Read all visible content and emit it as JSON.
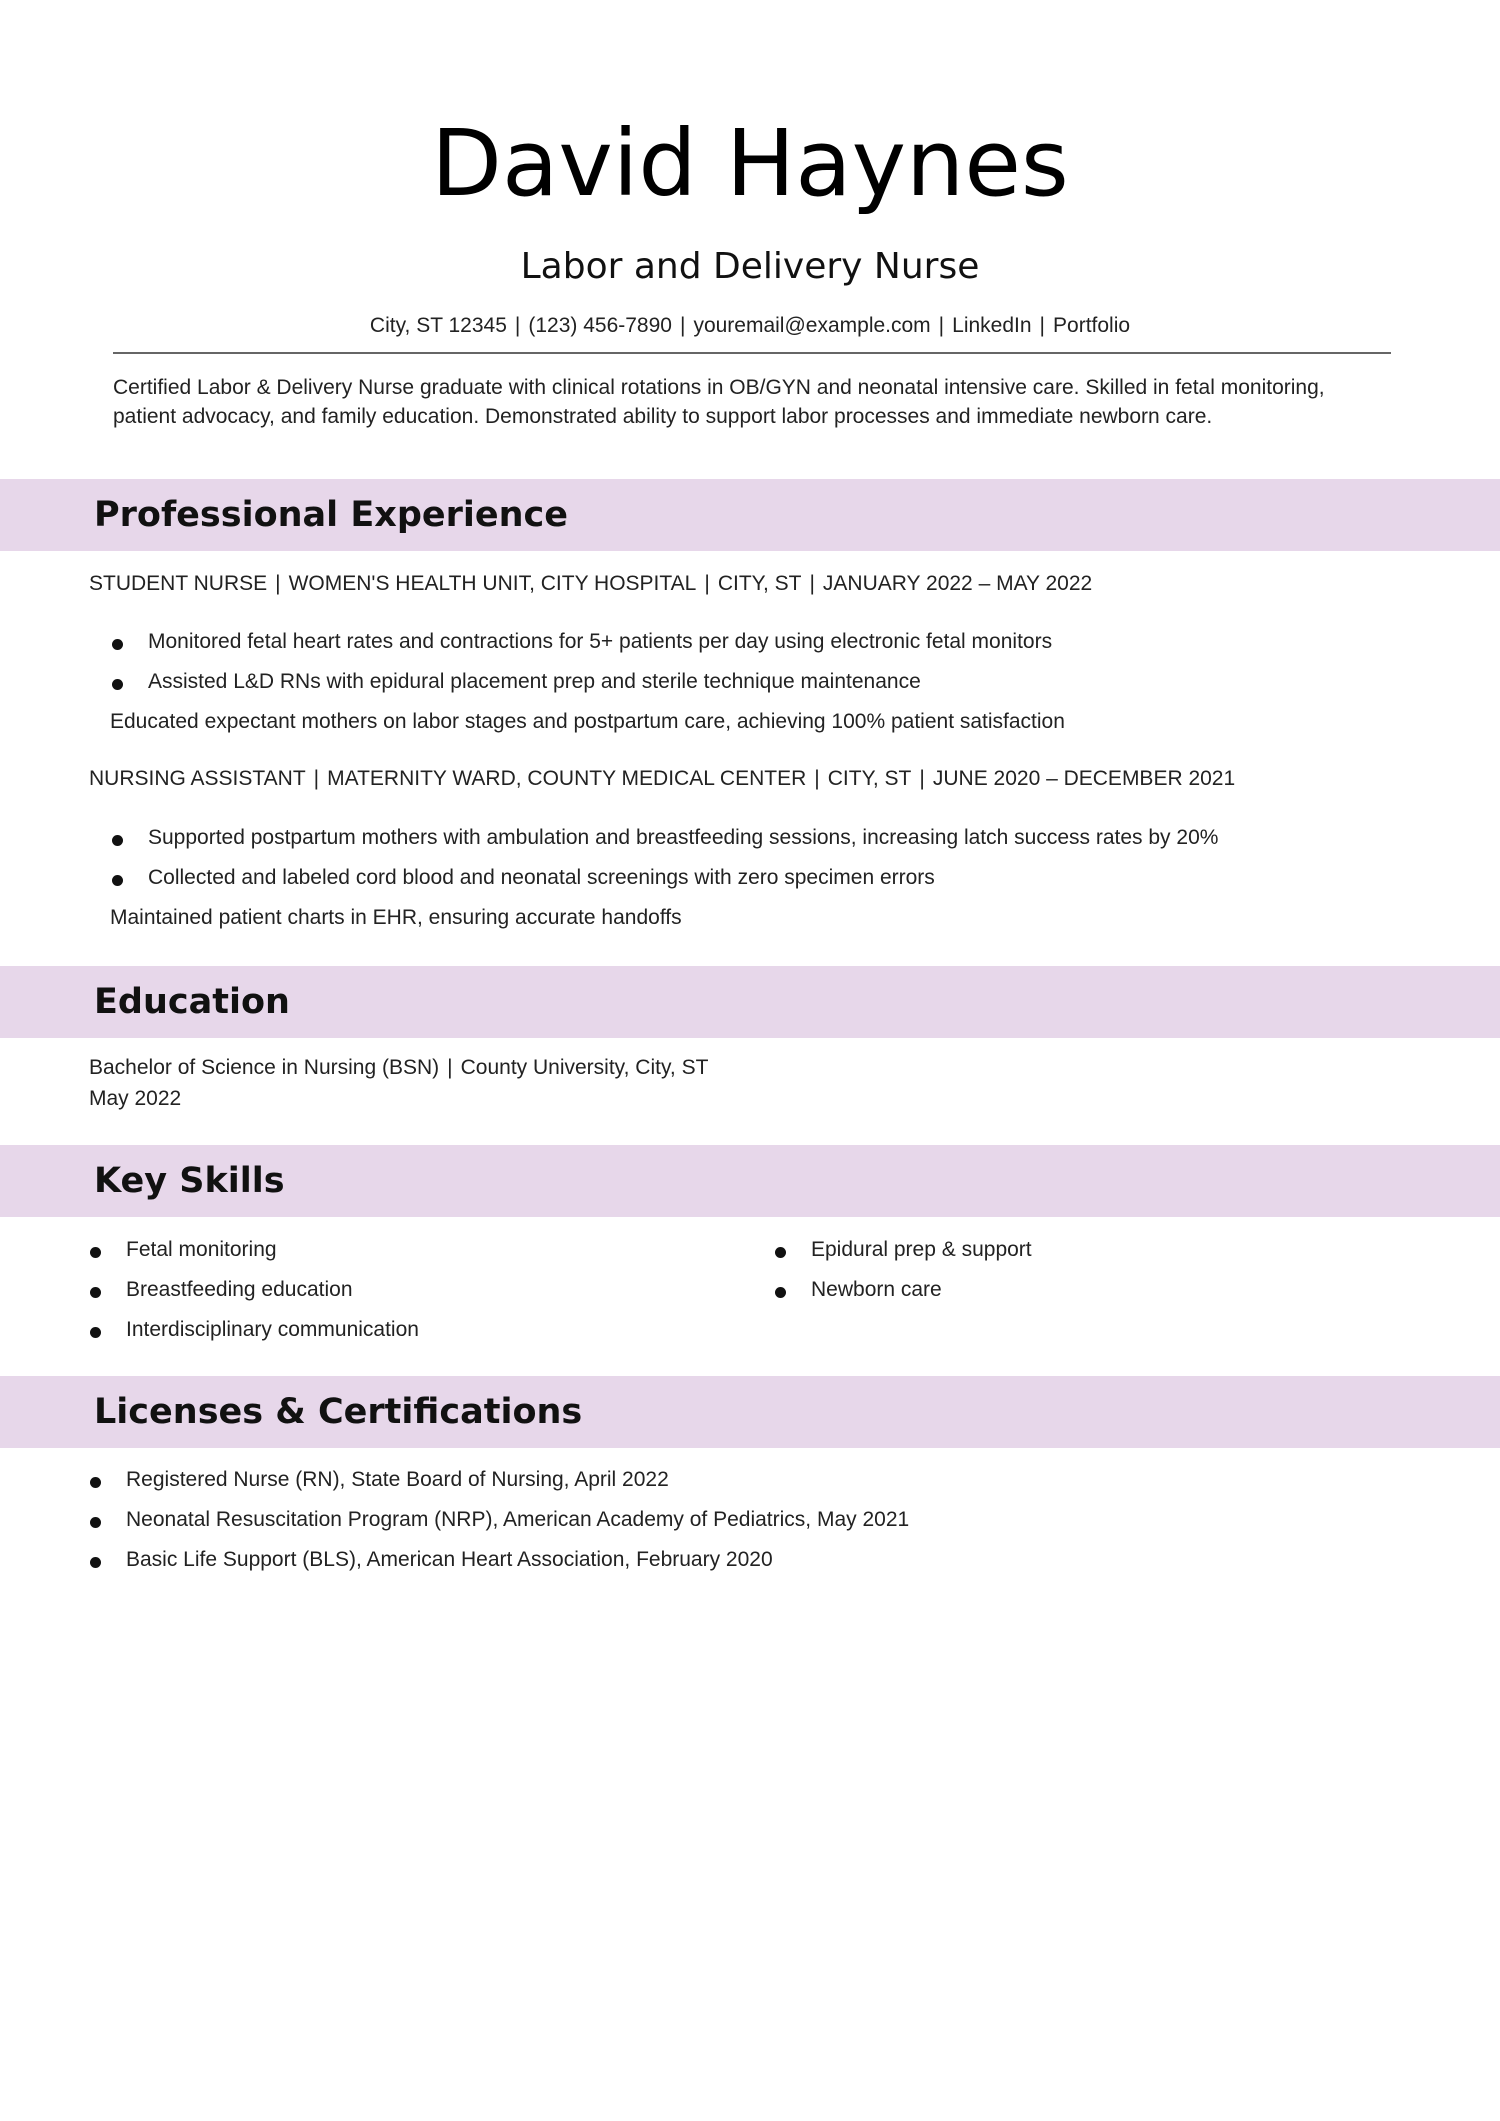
{
  "header": {
    "name": "David Haynes",
    "title": "Labor and Delivery Nurse",
    "contact": {
      "address": "City, ST 12345",
      "phone": "(123) 456-7890",
      "email": "youremail@example.com",
      "linkedin": "LinkedIn",
      "portfolio": "Portfolio",
      "separator": "|"
    }
  },
  "summary": "Certified Labor & Delivery Nurse graduate with clinical rotations in OB/GYN and neonatal intensive care. Skilled in fetal monitoring, patient advocacy, and family education. Demonstrated ability to support labor processes and immediate newborn care.",
  "experience": {
    "heading": "Professional Experience",
    "jobs": [
      {
        "role": "STUDENT NURSE",
        "unit": "WOMEN'S HEALTH UNIT, CITY HOSPITAL",
        "location": "CITY, ST",
        "dates": "JANUARY 2022 – MAY 2022",
        "bullets": [
          "Monitored fetal heart rates and contractions for 5+ patients per day using electronic fetal monitors",
          "Assisted L&D RNs with epidural placement prep and sterile technique maintenance"
        ],
        "extra": "Educated expectant mothers on labor stages and postpartum care, achieving 100% patient satisfaction"
      },
      {
        "role": "NURSING ASSISTANT",
        "unit": "MATERNITY WARD, COUNTY MEDICAL CENTER",
        "location": "CITY, ST",
        "dates": "JUNE 2020 – DECEMBER 2021",
        "bullets": [
          "Supported postpartum mothers with ambulation and breastfeeding sessions, increasing latch success rates by 20%",
          "Collected and labeled cord blood and neonatal screenings with zero specimen errors"
        ],
        "extra": "Maintained patient charts in EHR, ensuring accurate handoffs"
      }
    ]
  },
  "education": {
    "heading": "Education",
    "degree": "Bachelor of Science in Nursing (BSN)",
    "school": "County University, City, ST",
    "date": "May 2022"
  },
  "skills": {
    "heading": "Key Skills",
    "left": [
      "Fetal monitoring",
      "Breastfeeding education",
      "Interdisciplinary communication"
    ],
    "right": [
      "Epidural prep & support",
      "Newborn care"
    ]
  },
  "certifications": {
    "heading": "Licenses & Certifications",
    "items": [
      "Registered Nurse (RN), State Board of Nursing, April 2022",
      "Neonatal Resuscitation Program (NRP), American Academy of Pediatrics, May 2021",
      "Basic Life Support (BLS), American Heart Association, February 2020"
    ]
  },
  "colors": {
    "section_bar": "#e7d7ea",
    "rule": "#666666"
  }
}
